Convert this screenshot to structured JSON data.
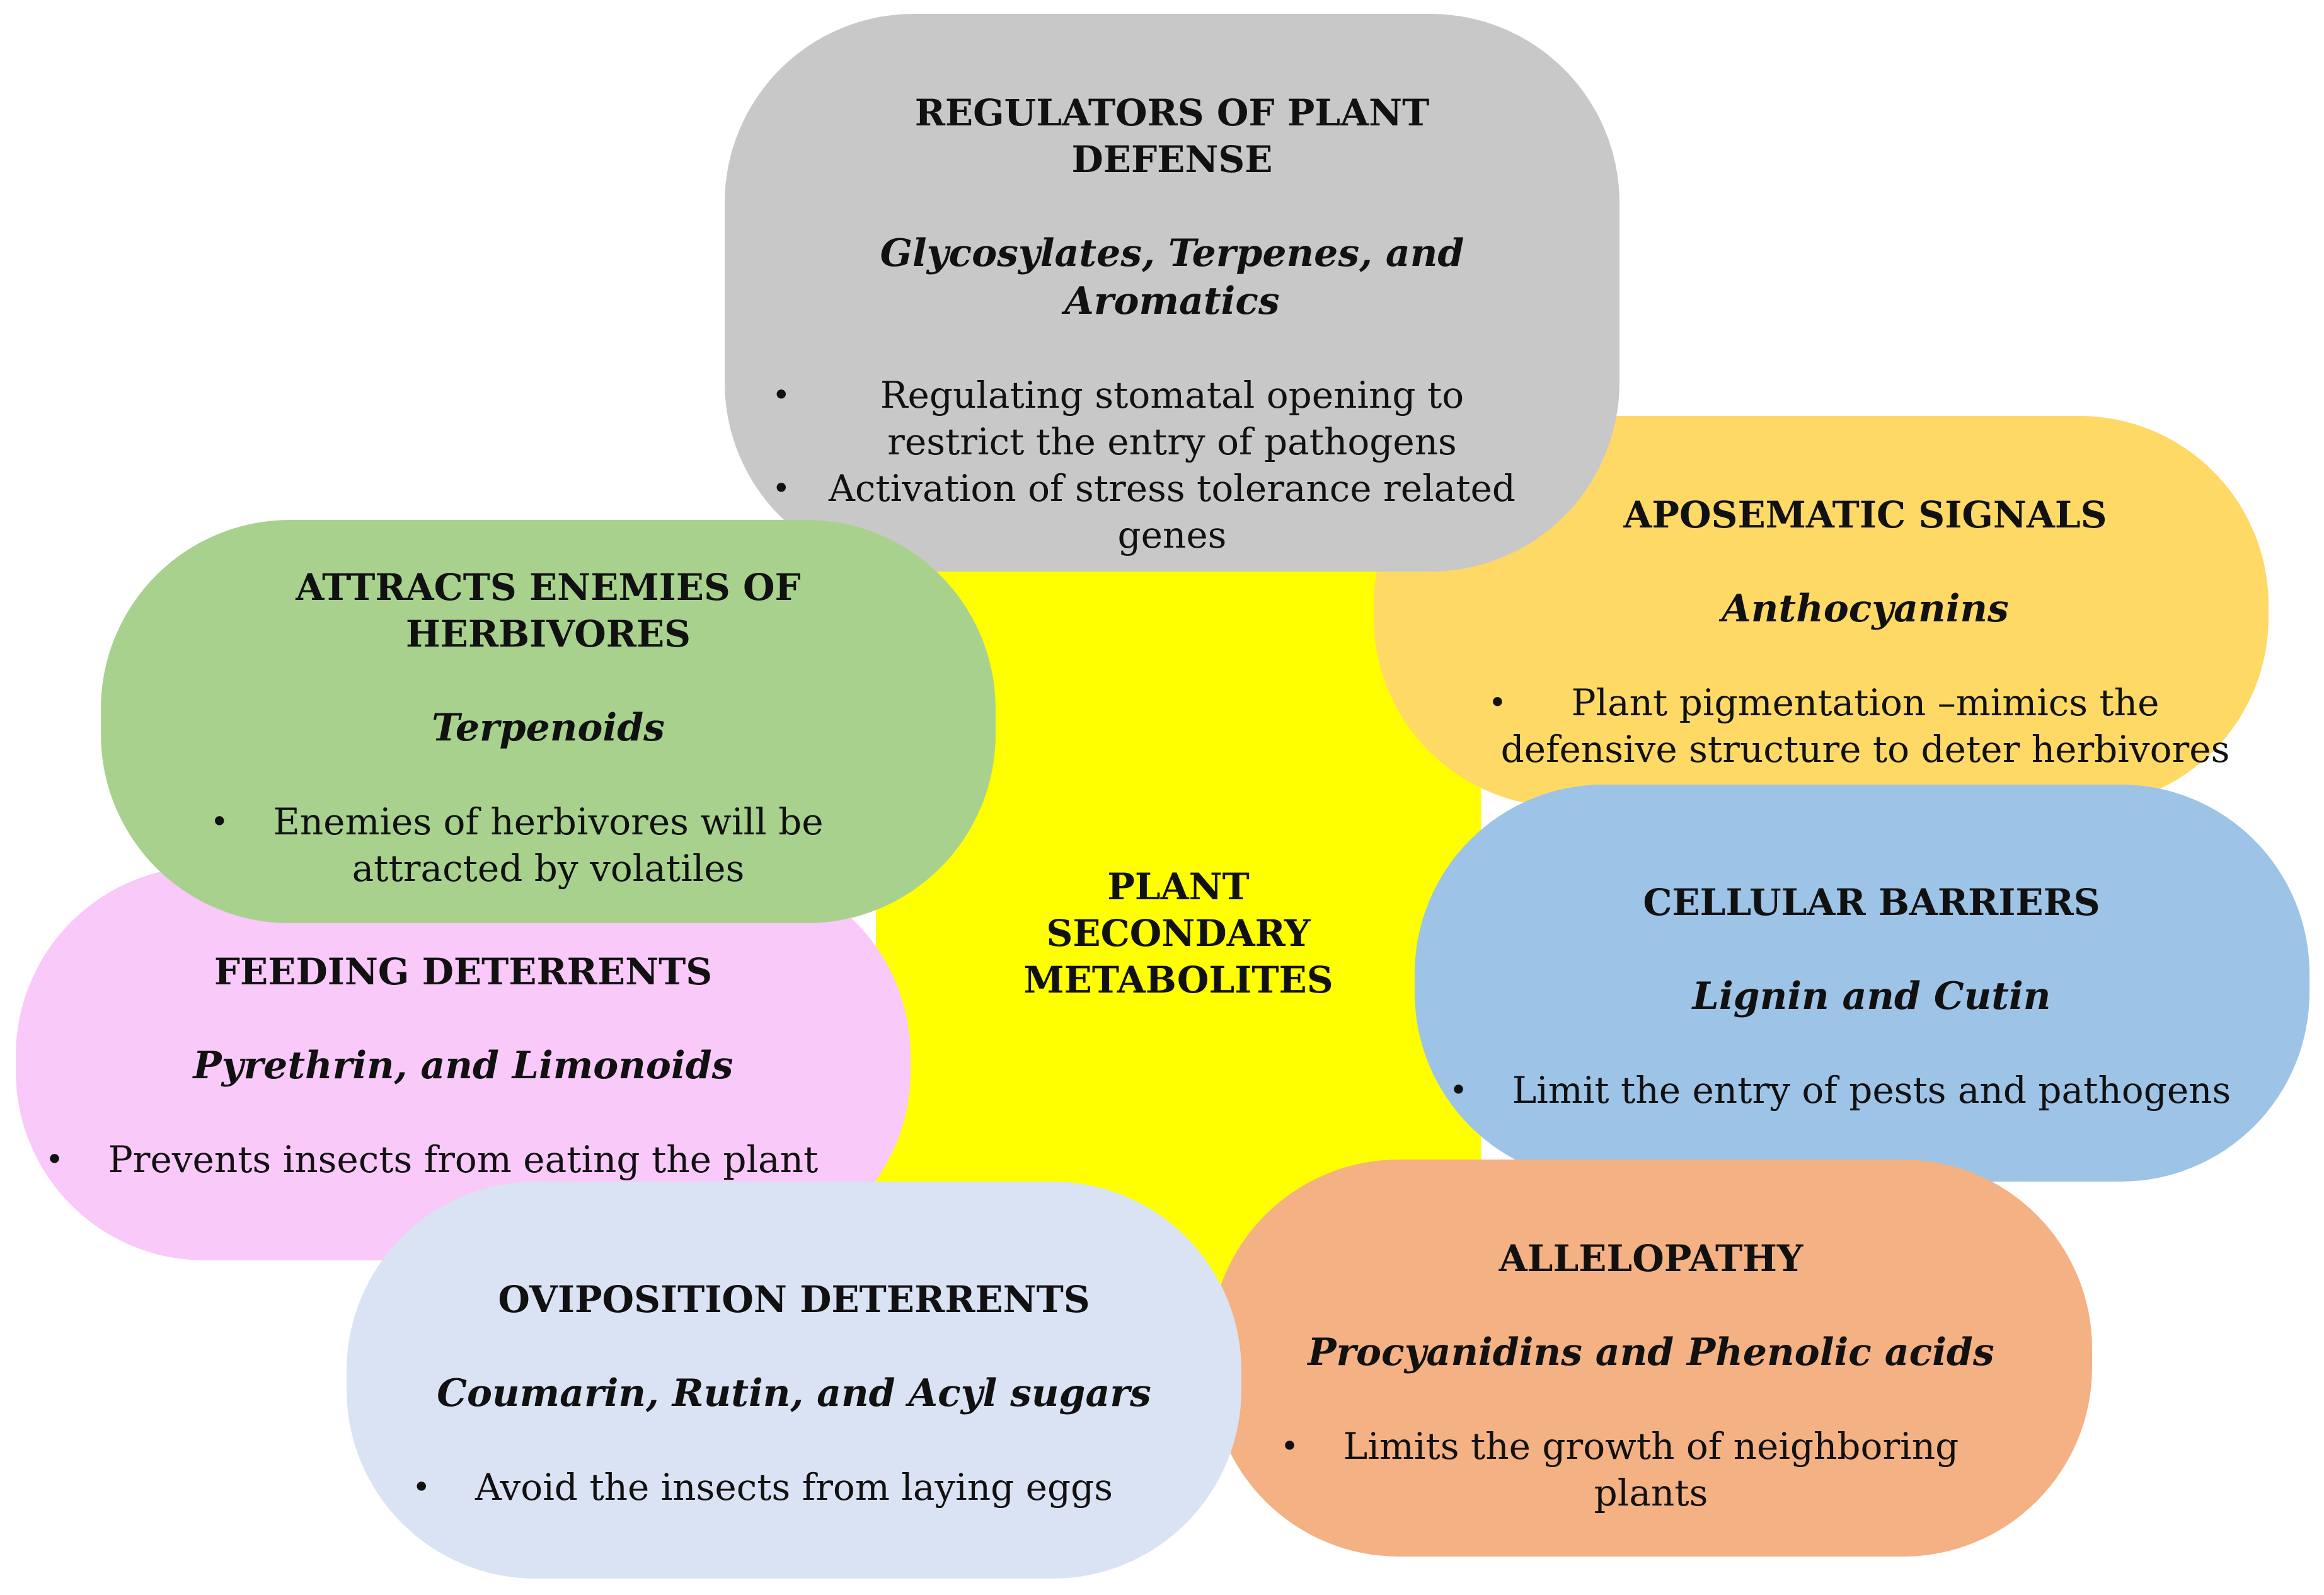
{
  "center": {
    "line1": "PLANT",
    "line2": "SECONDARY",
    "line3": "METABOLITES",
    "color": "#ffff00"
  },
  "cards": {
    "regulators": {
      "title_line1": "REGULATORS OF PLANT",
      "title_line2": "DEFENSE",
      "compounds_line1": "Glycosylates, Terpenes, and",
      "compounds_line2": "Aromatics",
      "bullet1_line1": "Regulating stomatal opening to",
      "bullet1_line2": "restrict the entry of pathogens",
      "bullet2_line1": "Activation of stress tolerance related",
      "bullet2_line2": "genes",
      "color": "#c8c8c8"
    },
    "aposematic": {
      "title": "APOSEMATIC SIGNALS",
      "compounds": "Anthocyanins",
      "bullet1_line1": "Plant pigmentation –mimics the",
      "bullet1_line2": "defensive structure to deter herbivores",
      "color": "#ffd966"
    },
    "cellular": {
      "title": "CELLULAR BARRIERS",
      "compounds": "Lignin and Cutin",
      "bullet1": "Limit the entry of pests and pathogens",
      "color": "#9dc3e6"
    },
    "allelopathy": {
      "title": "ALLELOPATHY",
      "compounds": "Procyanidins and Phenolic acids",
      "bullet1_line1": "Limits the growth of neighboring",
      "bullet1_line2": "plants",
      "color": "#f4b183"
    },
    "oviposition": {
      "title": "OVIPOSITION DETERRENTS",
      "compounds": "Coumarin, Rutin, and Acyl sugars",
      "bullet1": "Avoid the insects from laying eggs",
      "color": "#dae3f3"
    },
    "feeding": {
      "title": "FEEDING DETERRENTS",
      "compounds": "Pyrethrin, and Limonoids",
      "bullet1": "Prevents insects from eating the plant",
      "color": "#f9c9f9"
    },
    "attracts": {
      "title_line1": "ATTRACTS ENEMIES OF",
      "title_line2": "HERBIVORES",
      "compounds": "Terpenoids",
      "bullet1_line1": "Enemies of herbivores will be",
      "bullet1_line2": "attracted by volatiles",
      "color": "#a9d18e"
    }
  },
  "bullet_symbol": "•"
}
